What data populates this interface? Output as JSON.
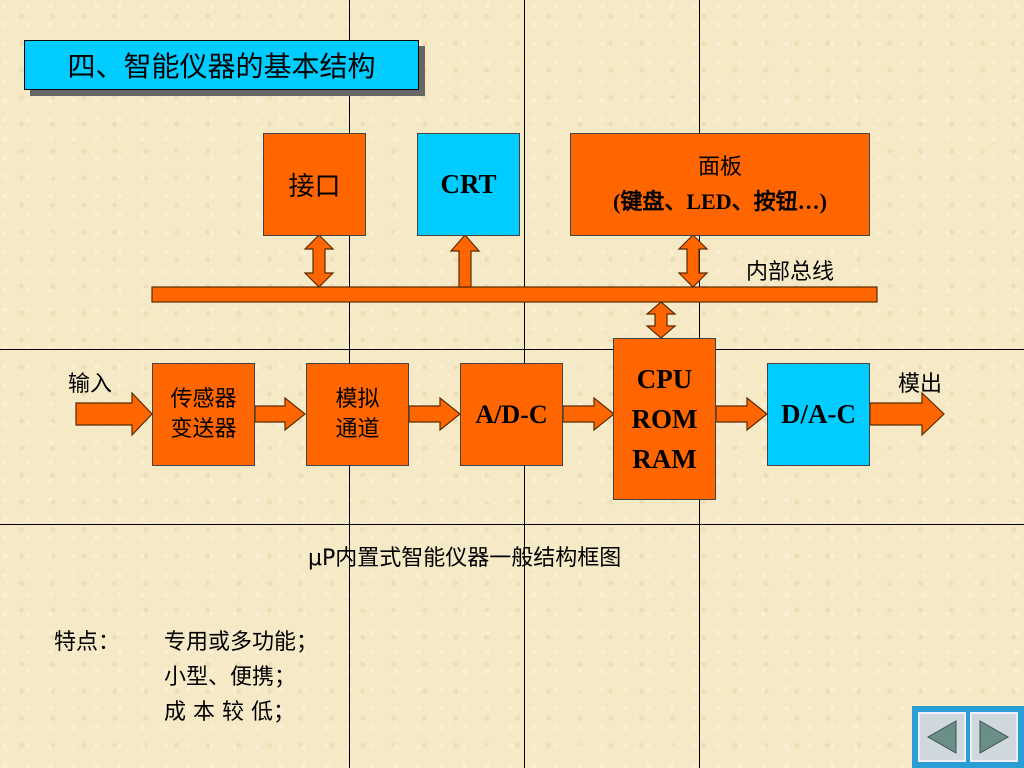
{
  "title": "四、智能仪器的基本结构",
  "blocks": {
    "interface": "接口",
    "crt": "CRT",
    "panel_line1": "面板",
    "panel_line2": "(键盘、LED、按钮…)",
    "bus_label": "内部总线",
    "input_label": "输入",
    "sensor_line1": "传感器",
    "sensor_line2": "变送器",
    "analog_line1": "模拟",
    "analog_line2": "通道",
    "adc": "A/D-C",
    "cpu": "CPU",
    "rom": "ROM",
    "ram": "RAM",
    "dac": "D/A-C",
    "output_label": "模出"
  },
  "caption": "μP内置式智能仪器一般结构框图",
  "features": {
    "label": "特点：",
    "items": [
      "专用或多功能；",
      "小型、便携；",
      "成 本 较 低；"
    ]
  },
  "nav": {
    "prev_icon": "triangle-left-icon",
    "next_icon": "triangle-right-icon"
  },
  "colors": {
    "block_orange": "#ff6600",
    "block_cyan": "#00ccff",
    "background": "#f6e9c6"
  }
}
